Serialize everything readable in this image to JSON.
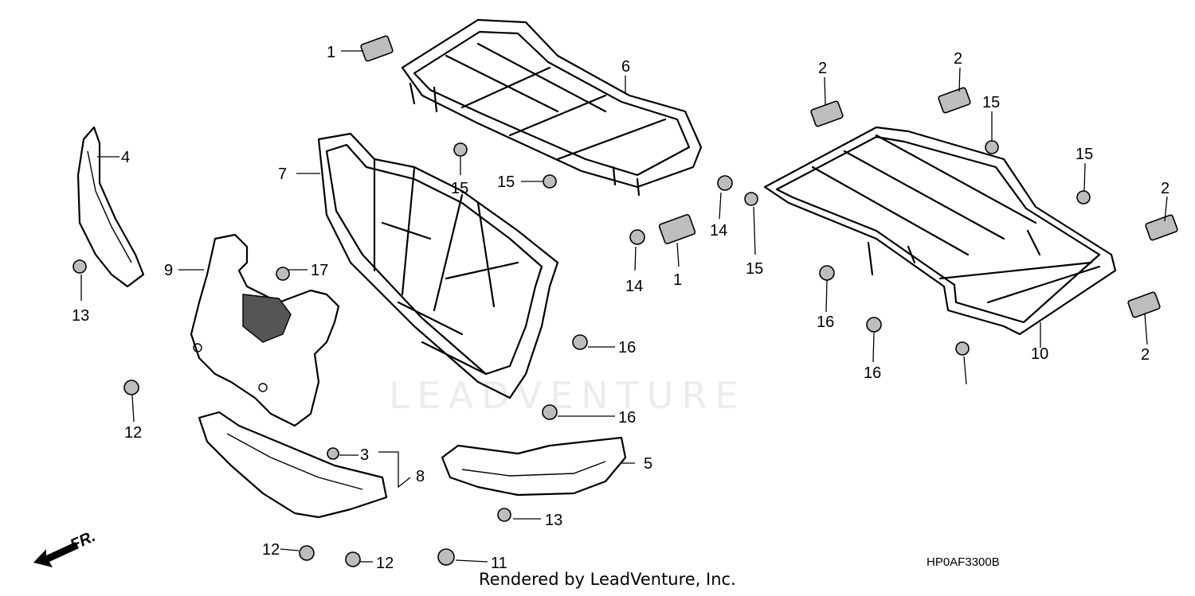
{
  "diagram": {
    "drawing_code": "HP0AF3300B",
    "watermark_text": "LEADVENTURE",
    "footer": "Rendered by LeadVenture, Inc.",
    "front_marker": "FR.",
    "callouts": [
      "1",
      "1",
      "2",
      "2",
      "2",
      "2",
      "3",
      "4",
      "5",
      "6",
      "7",
      "8",
      "9",
      "10",
      "11",
      "12",
      "12",
      "12",
      "13",
      "13",
      "14",
      "14",
      "15",
      "15",
      "15",
      "15",
      "15",
      "16",
      "16",
      "16",
      "16",
      "17"
    ]
  }
}
